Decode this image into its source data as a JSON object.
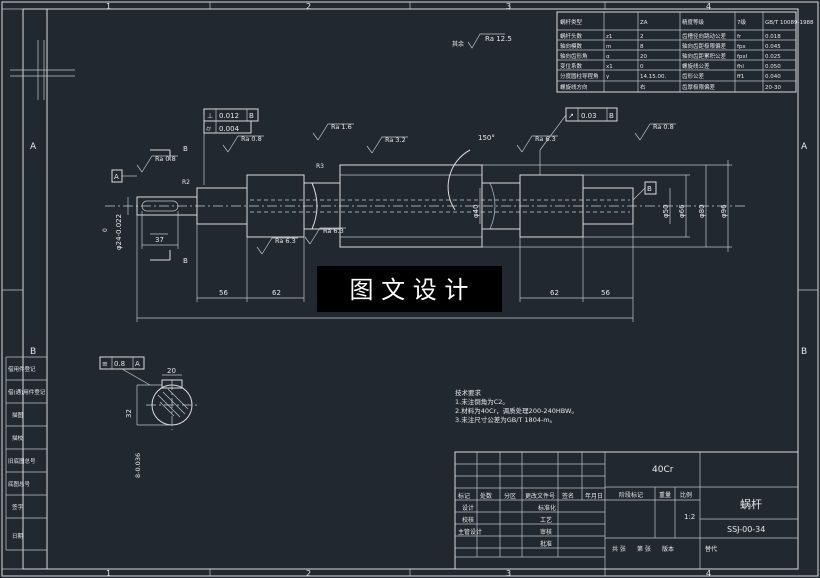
{
  "frame": {
    "zones_top": [
      "1",
      "2",
      "3",
      "4"
    ],
    "zones_side": [
      "A",
      "B"
    ]
  },
  "roughness_default": {
    "symbol": "其余",
    "value": "Ra 12.5"
  },
  "param_table": {
    "rows": [
      [
        "蜗杆类型",
        "",
        "ZA",
        "精度等级",
        "7级",
        "GB/T 10089-1988"
      ],
      [
        "蜗杆头数",
        "z1",
        "2",
        "齿槽径向跳动公差",
        "fr",
        "0.018"
      ],
      [
        "轴向模数",
        "m",
        "8",
        "轴向齿距极限偏差",
        "fpx",
        "0.045"
      ],
      [
        "轴向齿形角",
        "α",
        "20",
        "轴向齿距累积公差",
        "fpxl",
        "0.025"
      ],
      [
        "变位系数",
        "x1",
        "0",
        "螺旋线公差",
        "fhl",
        "0.050"
      ],
      [
        "分度圆柱导程角",
        "γ",
        "14.15.00.",
        "齿形公差",
        "ff1",
        "0.040"
      ],
      [
        "螺旋线方向",
        "",
        "右",
        "齿厚极限偏差",
        "",
        "20-30"
      ]
    ]
  },
  "geometric_tolerances": [
    {
      "symbol": "⊥",
      "value": "0.012",
      "datum": "B"
    },
    {
      "symbol": "⌭",
      "value": "0.004",
      "datum": ""
    },
    {
      "symbol": "↗",
      "value": "0.03",
      "datum": "B"
    },
    {
      "symbol": "≡",
      "value": "0.8",
      "datum": "A"
    }
  ],
  "datums": [
    "A",
    "B"
  ],
  "section_marks": [
    "B",
    "B"
  ],
  "roughness_marks": [
    "Ra 0.8",
    "Ra 0.8",
    "Ra 1.6",
    "Ra 3.2",
    "Ra 6.3",
    "Ra 0.8",
    "Ra 6.3",
    "Ra 6.3"
  ],
  "dimensions": {
    "diameters": [
      "φ24-0.022",
      "φ40",
      "φ50",
      "φ66",
      "φ80",
      "φ96"
    ],
    "diameter_tol_top": "0",
    "lengths": [
      "56",
      "62",
      "62",
      "56",
      "37"
    ],
    "overall_label": "",
    "chamfers": [
      "R2",
      "R3"
    ],
    "angle": "150°",
    "key_width": "20",
    "key_depth": "32",
    "key_tol": "8-0.036",
    "key_tol_v": "0"
  },
  "tech_notes": {
    "title": "技术要求",
    "items": [
      "1.未注倒角为C2。",
      "2.材料为40Cr，调质处理200-240HBW。",
      "3.未注尺寸公差为GB/T 1804-m。"
    ]
  },
  "title_block": {
    "material": "40Cr",
    "part_name": "蜗杆",
    "drawing_no": "SSJ-00-34",
    "scale": "1:2",
    "header_labels": [
      "标记",
      "处数",
      "分区",
      "更改文件号",
      "签名",
      "年月日"
    ],
    "stage_labels": [
      "阶段标记",
      "重量",
      "比例"
    ],
    "role_labels": [
      "设计",
      "校核",
      "主管设计"
    ],
    "mid_labels": [
      "标准化",
      "工艺",
      "审核",
      "批准"
    ],
    "bottom_labels": [
      "共 张",
      "第 张",
      "版本",
      "替代"
    ]
  },
  "side_labels": [
    "借(通)用件登记",
    "旧底图总号",
    "底图总号",
    "签字",
    "日期",
    "描图",
    "描校",
    "借用件登记"
  ],
  "watermark": "图 文 设 计"
}
